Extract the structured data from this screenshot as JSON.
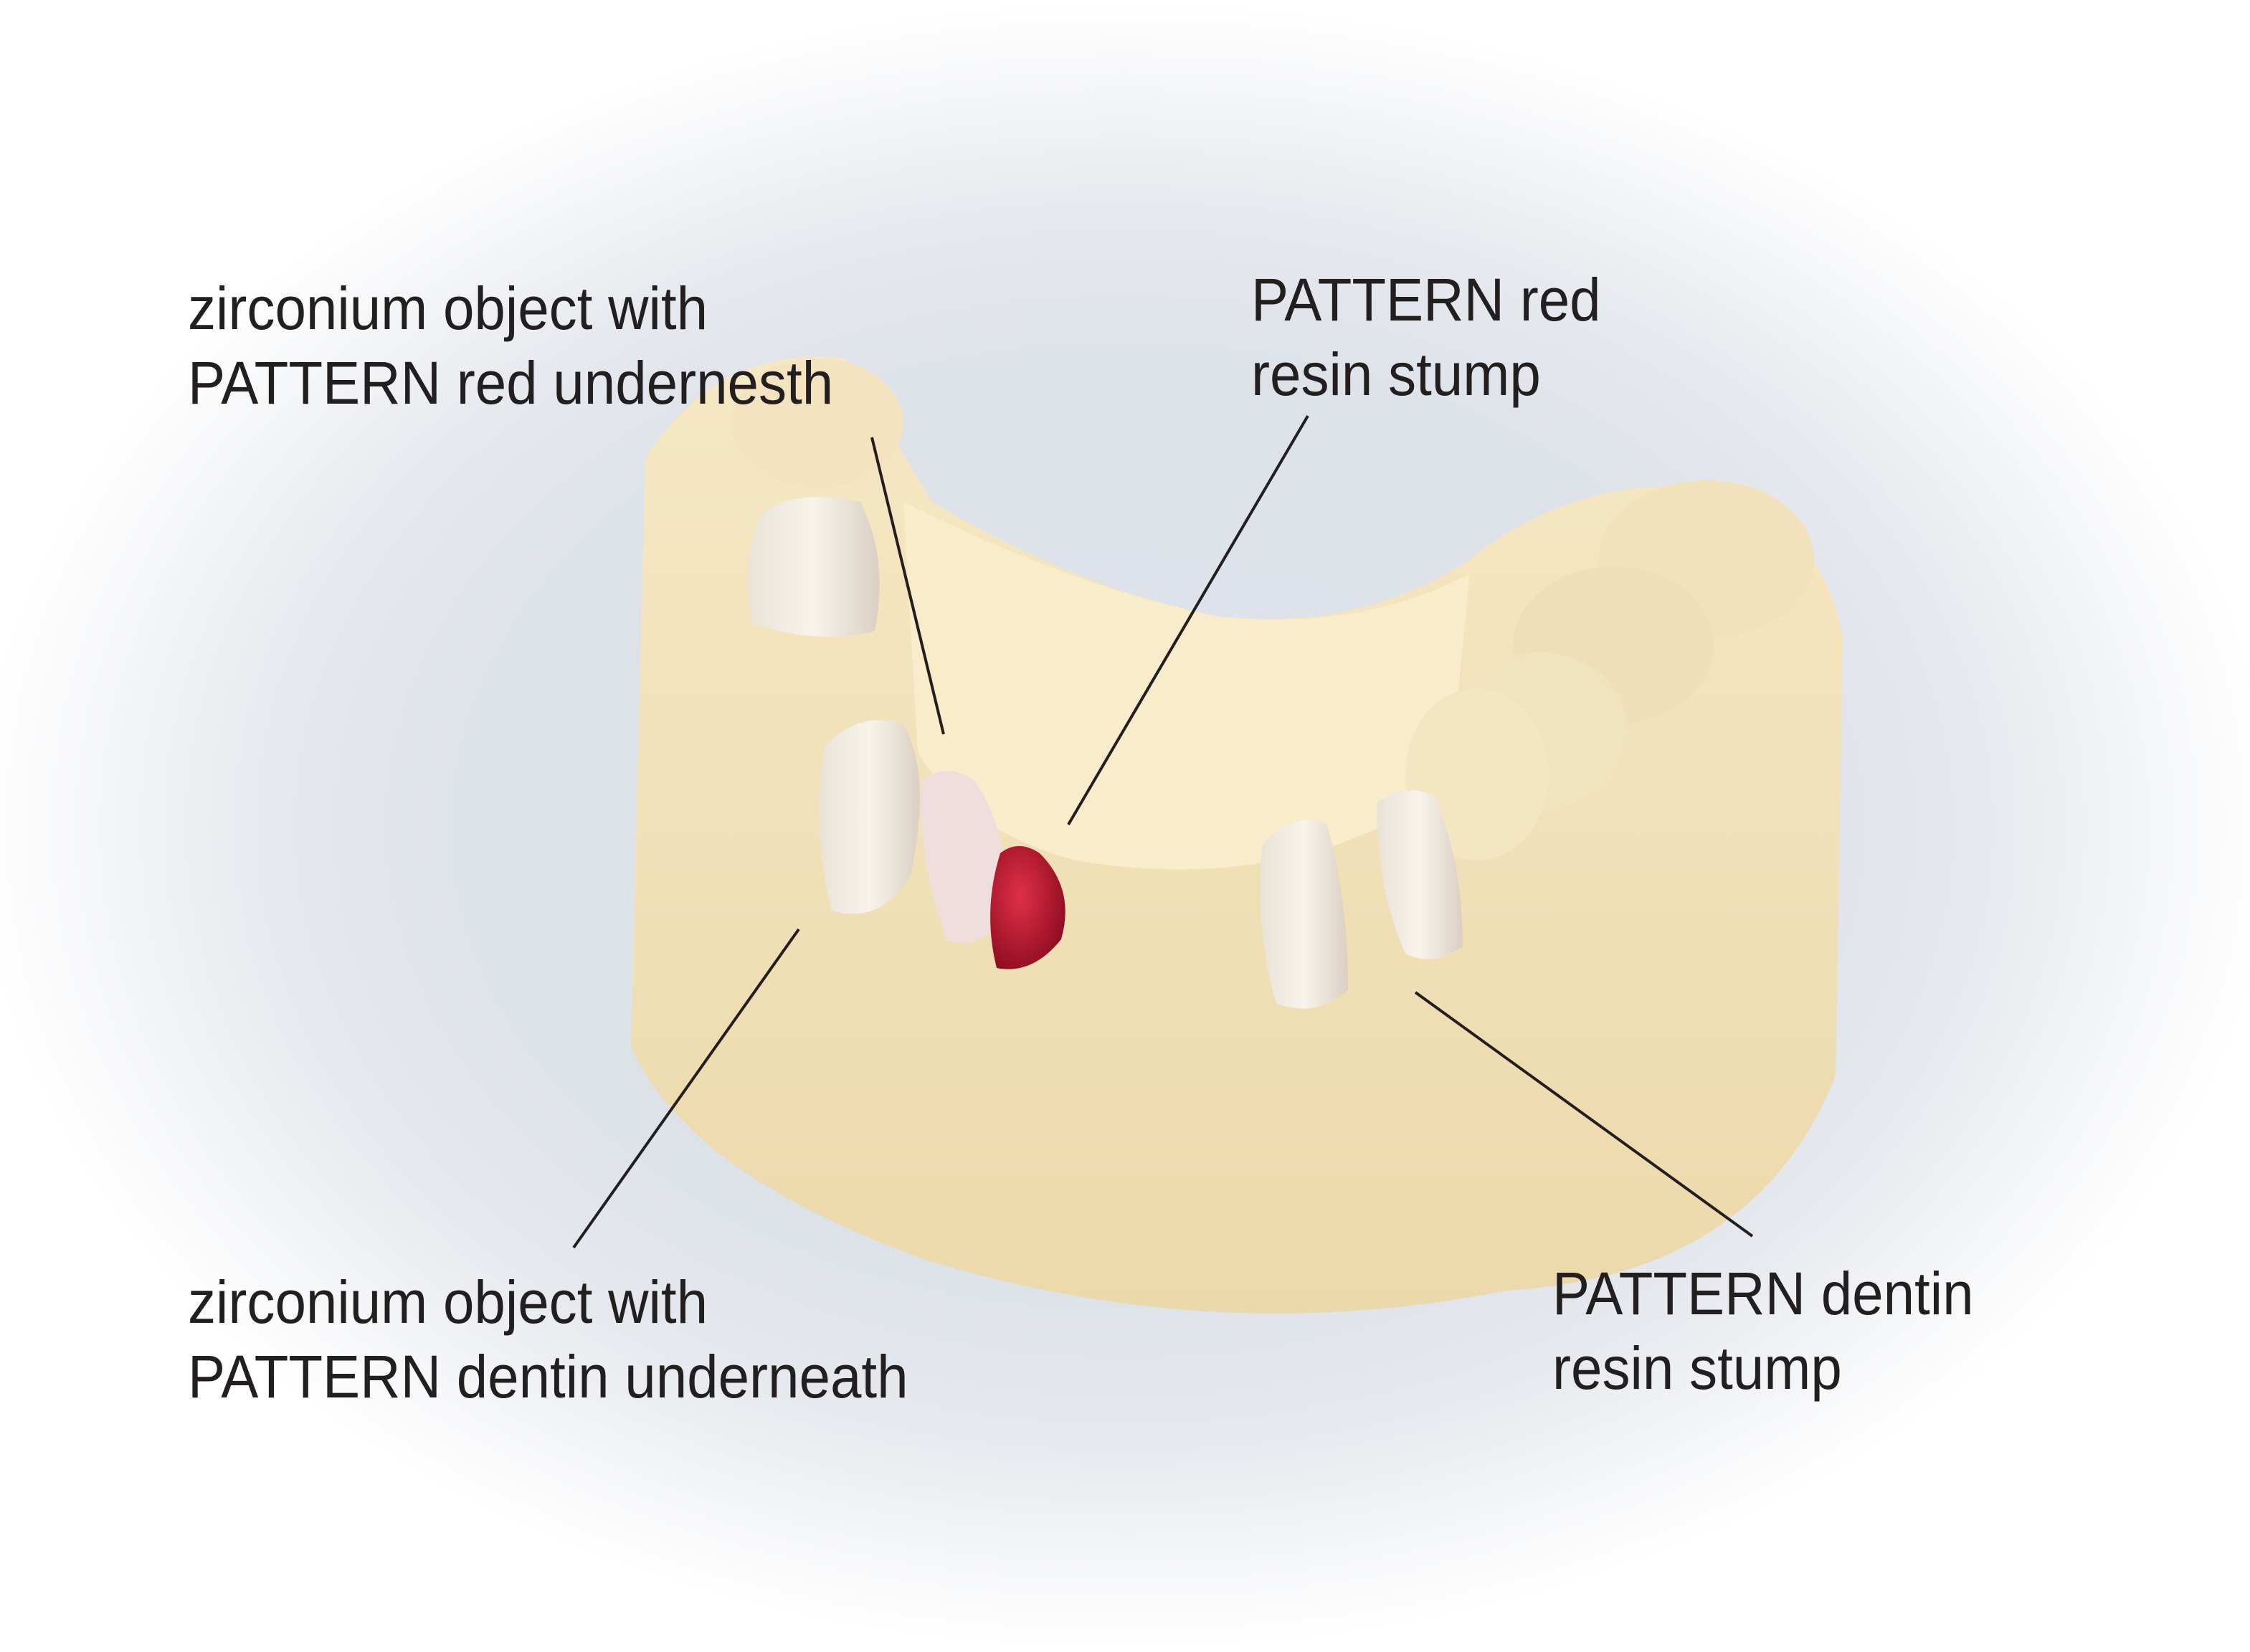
{
  "labels": {
    "top_left": {
      "line1": "zirconium object with",
      "line2": "PATTERN red undernesth"
    },
    "top_right": {
      "line1": "PATTERN red",
      "line2": "resin stump"
    },
    "bottom_left": {
      "line1": "zirconium object with",
      "line2": "PATTERN dentin underneath"
    },
    "bottom_right": {
      "line1": "PATTERN dentin",
      "line2": "resin stump"
    }
  },
  "colors": {
    "plaster": "#f3e3bd",
    "red_resin": "#b0102a",
    "text": "#231f20"
  }
}
